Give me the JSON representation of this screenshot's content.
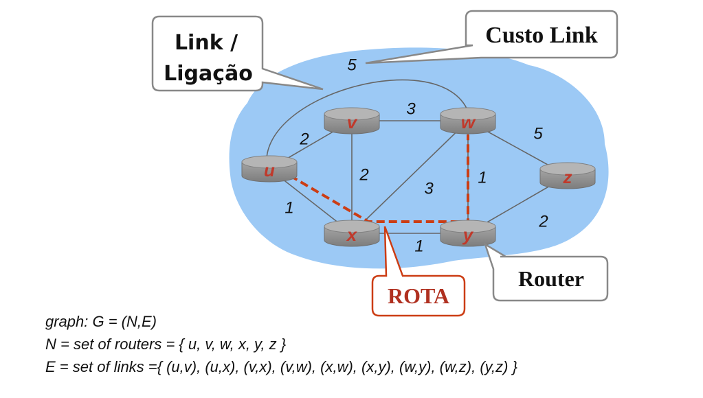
{
  "callouts": {
    "link_line1": "Link /",
    "link_line2": "Ligação",
    "custo": "Custo Link",
    "router": "Router",
    "rota": "ROTA"
  },
  "nodes": [
    "u",
    "v",
    "w",
    "x",
    "y",
    "z"
  ],
  "edges": [
    {
      "from": "u",
      "to": "v",
      "cost": "2"
    },
    {
      "from": "u",
      "to": "x",
      "cost": "1"
    },
    {
      "from": "u",
      "to": "w",
      "cost": "5"
    },
    {
      "from": "v",
      "to": "x",
      "cost": "2"
    },
    {
      "from": "v",
      "to": "w",
      "cost": "3"
    },
    {
      "from": "x",
      "to": "w",
      "cost": "3"
    },
    {
      "from": "x",
      "to": "y",
      "cost": "1"
    },
    {
      "from": "w",
      "to": "y",
      "cost": "1"
    },
    {
      "from": "w",
      "to": "z",
      "cost": "5"
    },
    {
      "from": "y",
      "to": "z",
      "cost": "2"
    }
  ],
  "route": [
    "u",
    "x",
    "y",
    "w"
  ],
  "colors": {
    "cloud": "#9cc9f5",
    "route": "#cc3d14",
    "router_body": "#8e8e8e",
    "node_label": "#c0392b",
    "callout_border": "#888888"
  },
  "definitions": {
    "graph": "graph: G = (N,E)",
    "nodes": "N = set of routers = { u, v, w, x, y, z }",
    "edges": "E = set of links ={ (u,v), (u,x), (v,x), (v,w), (x,w), (x,y), (w,y), (w,z), (y,z) }"
  }
}
